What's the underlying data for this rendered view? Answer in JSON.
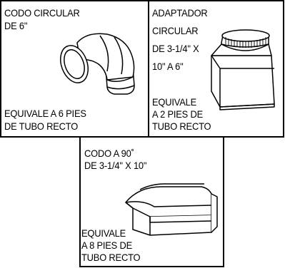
{
  "panels": {
    "elbow_round": {
      "title_l1": "CODO CIRCULAR",
      "title_l2": "DE 6\"",
      "equiv_l1": "EQUIVALE A 6 PIES",
      "equiv_l2": "DE TUBO RECTO"
    },
    "adapter": {
      "title_l1": "ADAPTADOR",
      "title_l2": "CIRCULAR",
      "title_l3": "DE 3-1/4\" X",
      "title_l4": "10\" A 6\"",
      "equiv_l1": "EQUIVALE",
      "equiv_l2": "A 2 PIES DE",
      "equiv_l3": "TUBO RECTO"
    },
    "elbow_rect": {
      "title_l1": "CODO A 90˚",
      "title_l2": "DE 3-1/4\" X 10\"",
      "equiv_l1": "EQUIVALE",
      "equiv_l2": "A 8 PIES DE",
      "equiv_l3": "TUBO RECTO"
    }
  },
  "colors": {
    "line": "#000000",
    "background": "#ffffff"
  }
}
